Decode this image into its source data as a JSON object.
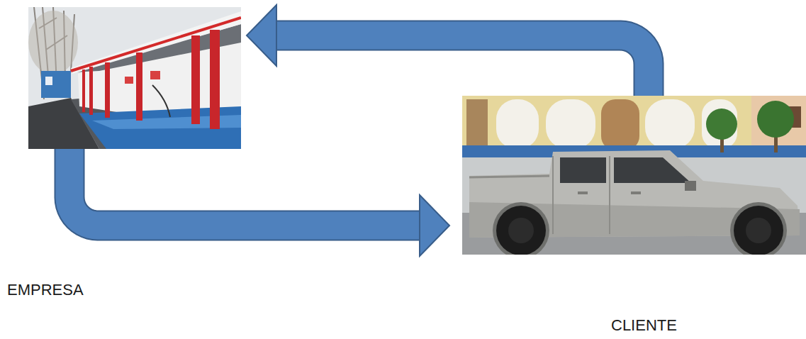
{
  "diagram": {
    "nodes": [
      {
        "text": [
          "EMPRESA"
        ]
      },
      {
        "text": [
          "CLIENTE"
        ]
      }
    ],
    "edges": [
      {
        "from": 0,
        "to": 1,
        "arrow": "to"
      },
      {
        "from": 1,
        "to": 0,
        "arrow": "to"
      }
    ]
  }
}
